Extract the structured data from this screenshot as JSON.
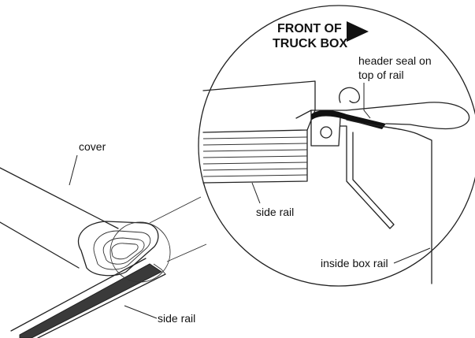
{
  "labels": {
    "front_line1": "FRONT OF",
    "front_line2": "TRUCK BOX",
    "header_seal_line1": "header seal on",
    "header_seal_line2": "top of rail",
    "cover": "cover",
    "side_rail_detail": "side rail",
    "inside_box_rail": "inside box rail",
    "side_rail_main": "side rail"
  },
  "colors": {
    "line": "#222222",
    "rail_strip": "#3a3a3a",
    "seal": "#111111",
    "background": "#ffffff"
  }
}
